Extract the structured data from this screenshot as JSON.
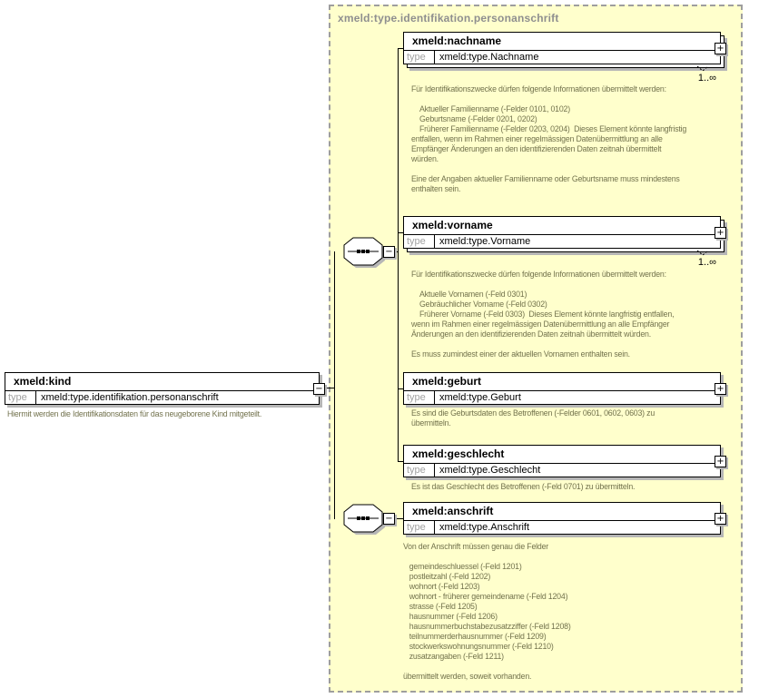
{
  "region": {
    "title": "xmeld:type.identifikation.personanschrift"
  },
  "root": {
    "name": "xmeld:kind",
    "type_label": "type",
    "type_value": "xmeld:type.identifikation.personanschrift",
    "toggle": "−",
    "annotation": "Hiermit werden die Identifikationsdaten für das neugeborene Kind mitgeteilt."
  },
  "sequence": {
    "toggle": "−",
    "icon": "sequence-connector"
  },
  "elements": [
    {
      "name": "xmeld:nachname",
      "type_label": "type",
      "type_value": "xmeld:type.Nachname",
      "occurrence": "1..∞",
      "toggle": "+",
      "annotation": "Für Identifikationszwecke dürfen folgende Informationen übermittelt werden:\n\n    Aktueller Familienname (-Felder 0101, 0102)\n    Geburtsname (-Felder 0201, 0202)\n    Früherer Familienname (-Felder 0203, 0204)  Dieses Element könnte langfristig\nentfallen, wenn im Rahmen einer regelmässigen Datenübermittlung an alle\nEmpfänger Änderungen an den identifizierenden Daten zeitnah übermittelt\nwürden.\n\nEine der Angaben aktueller Familienname oder Geburtsname muss mindestens\nenthalten sein."
    },
    {
      "name": "xmeld:vorname",
      "type_label": "type",
      "type_value": "xmeld:type.Vorname",
      "occurrence": "1..∞",
      "toggle": "+",
      "annotation": "Für Identifikationszwecke dürfen folgende Informationen übermittelt werden:\n\n    Aktuelle Vornamen (-Feld 0301)\n    Gebräuchlicher Vorname (-Feld 0302)\n    Früherer Vorname (-Feld 0303)  Dieses Element könnte langfristig entfallen,\nwenn im Rahmen einer regelmässigen Datenübermittlung an alle Empfänger\nÄnderungen an den identifizierenden Daten zeitnah übermittelt würden.\n\nEs muss zumindest einer der aktuellen Vornamen enthalten sein."
    },
    {
      "name": "xmeld:geburt",
      "type_label": "type",
      "type_value": "xmeld:type.Geburt",
      "toggle": "+",
      "annotation": "Es sind die Geburtsdaten des Betroffenen (-Felder 0601, 0602, 0603) zu\nübermitteln."
    },
    {
      "name": "xmeld:geschlecht",
      "type_label": "type",
      "type_value": "xmeld:type.Geschlecht",
      "toggle": "+",
      "annotation": "Es ist das Geschlecht des Betroffenen (-Feld 0701) zu übermitteln."
    },
    {
      "name": "xmeld:anschrift",
      "type_label": "type",
      "type_value": "xmeld:type.Anschrift",
      "toggle": "+",
      "annotation": "Von der Anschrift müssen genau die Felder\n\n   gemeindeschluessel (-Feld 1201)\n   postleitzahl (-Feld 1202)\n   wohnort (-Feld 1203)\n   wohnort - früherer gemeindename (-Feld 1204)\n   strasse (-Feld 1205)\n   hausnummer (-Feld 1206)\n   hausnummerbuchstabezusatzziffer (-Feld 1208)\n   teilnummerderhausnummer (-Feld 1209)\n   stockwerkswohnungsnummer (-Feld 1210)\n   zusatzangaben (-Feld 1211)\n\nübermittelt werden, soweit vorhanden."
    }
  ]
}
